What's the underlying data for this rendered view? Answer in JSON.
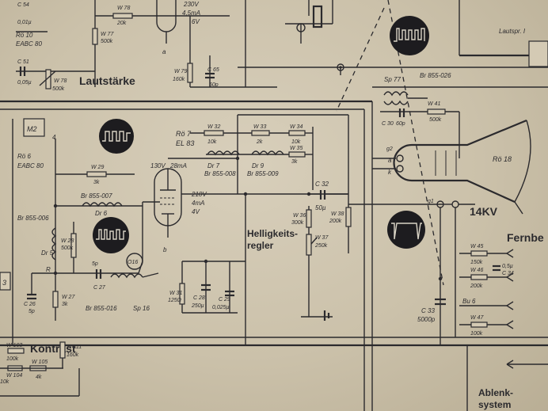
{
  "labels": {
    "lautstarke": "Lautstärke",
    "kontrast": "Kontrast",
    "helligkeit_1": "Helligkeits-",
    "helligkeit_2": "regler",
    "fernbe": "Fernbe",
    "ablenk_1": "Ablenk-",
    "ablenk_2": "system",
    "lautspr": "Lautspr. I",
    "kv": "14KV",
    "m2": "M2"
  },
  "tubes": {
    "ro7": "Rö 7",
    "el83": "EL 83",
    "ro6": "Rö 6",
    "eabc80": "EABC 80",
    "ro10": "Rö 10",
    "eabc80b": "EABC 80",
    "ro18": "Rö 18"
  },
  "coils": {
    "dr7": "Dr 7",
    "br855_008": "Br 855-008",
    "dr9": "Dr 9",
    "br855_009": "Br 855-009",
    "br855_007": "Br 855-007",
    "dr6": "Dr 6",
    "br855_006": "Br 855-006",
    "dr5": "Dr 5",
    "br855_016": "Br 855-016",
    "sp16": "Sp 16",
    "sp77": "Sp 77",
    "br855_026": "Br 855-026",
    "o16": "O16",
    "bu6": "Bu 6"
  },
  "parts": {
    "w78top": "W 78",
    "w78top_v": "20k",
    "w77": "W 77",
    "w77_v": "500k",
    "w79": "W 79",
    "w79_v": "160k",
    "c65": "C 65",
    "c65_v": "50p",
    "v230": "230V",
    "ma45": "4,5mA",
    "v6": "6V",
    "c54": "C 54",
    "c54_v": "0,01µ",
    "c51": "C 51",
    "c51_v": "0,05µ",
    "w78": "W 78",
    "w78_v": "500k",
    "w32": "W 32",
    "w32_v": "10k",
    "w33": "W 33",
    "w33_v": "2k",
    "w34": "W 34",
    "w34_v": "10k",
    "w35": "W 35",
    "w35_v": "3k",
    "v130": "130V",
    "ma28": "28mA",
    "v210": "210V",
    "ma4": "4mA",
    "v4": "4V",
    "c32": "C 32",
    "c32_v": "50µ",
    "w36": "W 36",
    "w36_v": "300k",
    "w37": "W 37",
    "w37_v": "250k",
    "w38": "W 38",
    "w38_v": "200k",
    "w29": "W 29",
    "w29_v": "3k",
    "w28": "W 28",
    "w28_v": "500k",
    "w27": "W 27",
    "w27_v": "3k",
    "c26": "C 26",
    "c26_v": "5p",
    "c27": "C 27",
    "c27_v": "5p",
    "w31": "W 31",
    "w31_v": "125Ω",
    "c28": "C 28",
    "c28_v": "250µ",
    "c29": "C 29",
    "c29_v": "0,025µ",
    "c30": "C 30",
    "c30_v": "60p",
    "w41": "W 41",
    "w41_v": "500k",
    "c33": "C 33",
    "c33_v": "5000p",
    "w45": "W 45",
    "w45_v": "150k",
    "w46": "W 46",
    "w46_v": "200k",
    "w47": "W 47",
    "w47_v": "100k",
    "c34": "C 34",
    "c34_v": "0,5µ",
    "w103": "W 103",
    "w103_v": "100k",
    "w104": "W 104",
    "w104_v": "10k",
    "w105": "W 105",
    "w105_v": "4k",
    "w111": "W 111",
    "w111_v": "160k",
    "r": "R",
    "a": "a",
    "b": "b",
    "k": "k",
    "g1": "g1",
    "g2": "g2",
    "gr": "gr",
    "num3": "3",
    "num4": "4"
  }
}
